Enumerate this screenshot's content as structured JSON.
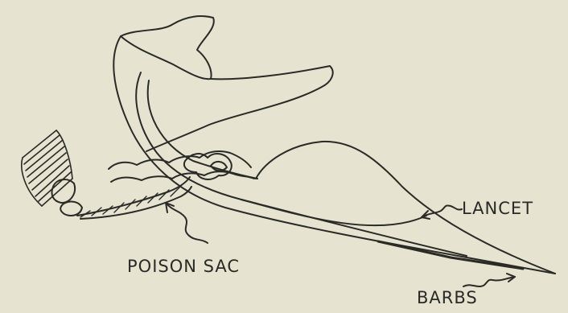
{
  "labels": {
    "lancet": "LANCET",
    "poison_sac": "POISON SAC",
    "barbs": "BARBS"
  },
  "colors": {
    "background": "#e6e3d1",
    "ink": "#2a2a26"
  }
}
